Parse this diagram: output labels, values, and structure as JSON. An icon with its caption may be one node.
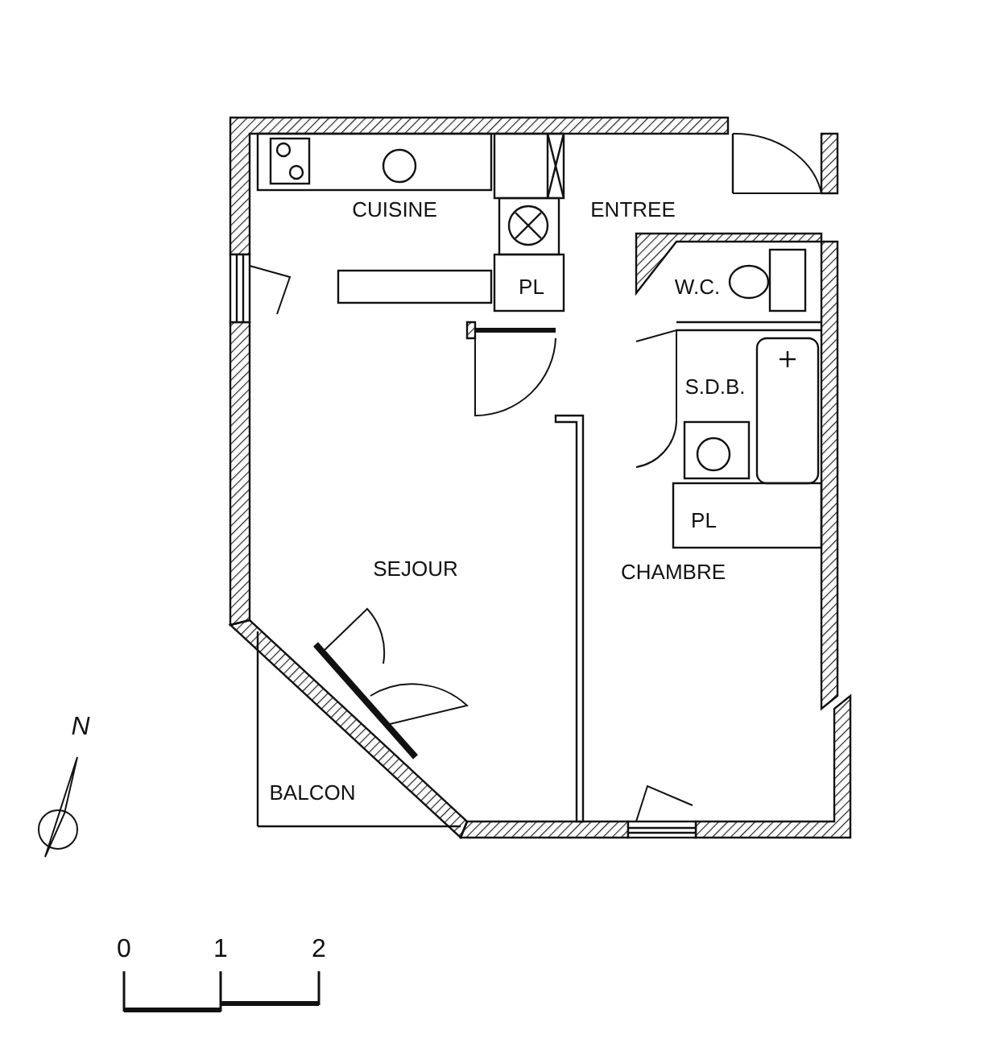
{
  "diagram": {
    "labels": [
      "CUISINE",
      "ENTREE",
      "PL",
      "W.C.",
      "S.D.B.",
      "PL",
      "SEJOUR",
      "CHAMBRE",
      "BALCON",
      "N",
      "0",
      "1",
      "2"
    ]
  }
}
